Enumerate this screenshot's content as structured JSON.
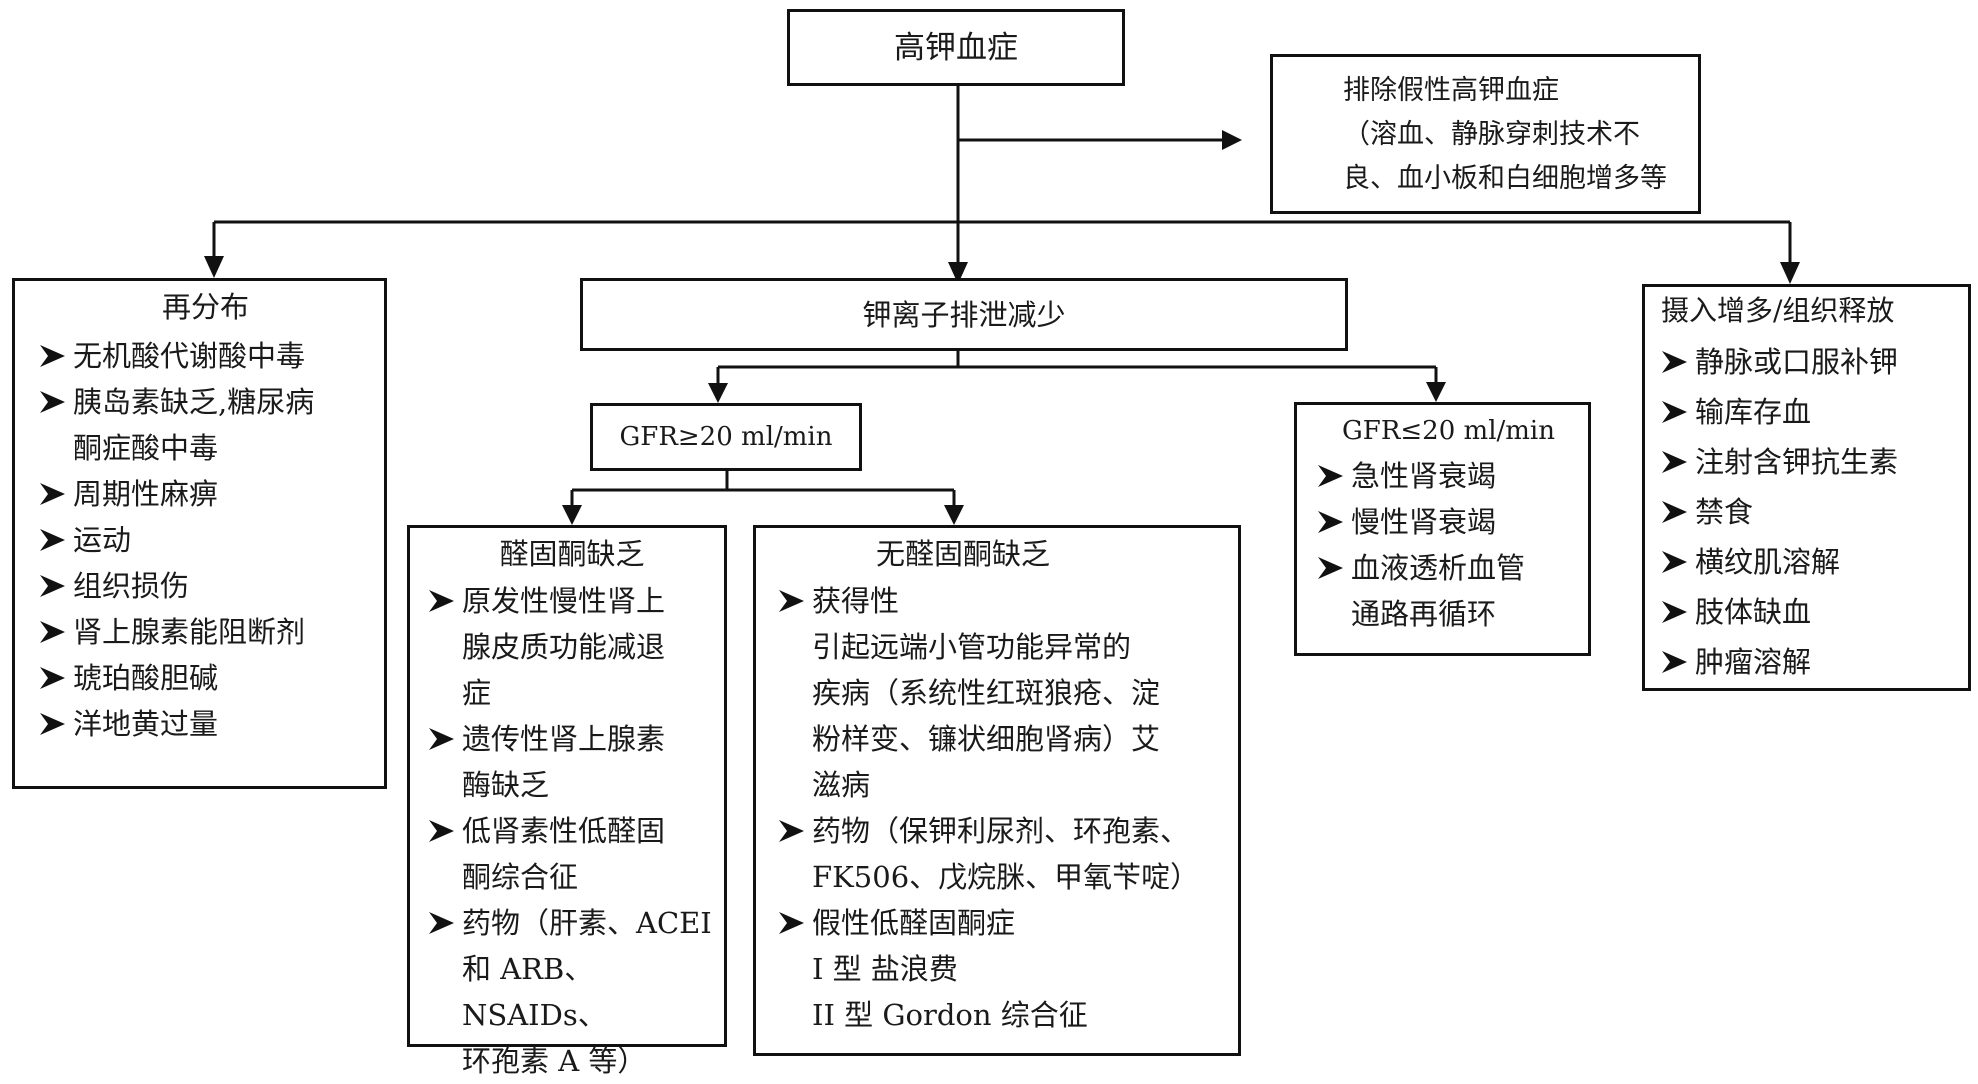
{
  "diagram": {
    "root": {
      "title": "高钾血症"
    },
    "exclude": {
      "lines": [
        "排除假性高钾血症",
        "（溶血、静脉穿刺技术不",
        "良、血小板和白细胞增多等"
      ]
    },
    "redistribution": {
      "title": "再分布",
      "items": [
        "无机酸代谢酸中毒",
        "胰岛素缺乏,糖尿病\n酮症酸中毒",
        "周期性麻痹",
        "运动",
        "组织损伤",
        "肾上腺素能阻断剂",
        "琥珀酸胆碱",
        "洋地黄过量"
      ]
    },
    "excretion": {
      "title": "钾离子排泄减少"
    },
    "intake": {
      "title": "摄入增多/组织释放",
      "items": [
        "静脉或口服补钾",
        "输库存血",
        "注射含钾抗生素",
        "禁食",
        "横纹肌溶解",
        "肢体缺血",
        "肿瘤溶解"
      ]
    },
    "gfr_high": {
      "title": "GFR≥20 ml/min"
    },
    "gfr_low": {
      "title": "GFR≤20 ml/min",
      "items": [
        "急性肾衰竭",
        "慢性肾衰竭",
        "血液透析血管\n通路再循环"
      ]
    },
    "aldosterone_deficiency": {
      "title": "醛固酮缺乏",
      "items": [
        "原发性慢性肾上\n腺皮质功能减退\n症",
        "遗传性肾上腺素\n酶缺乏",
        "低肾素性低醛固\n酮综合征",
        "药物（肝素、ACEI\n和 ARB、NSAIDs、\n环孢素 A 等）"
      ]
    },
    "no_aldosterone_deficiency": {
      "title": "无醛固酮缺乏",
      "items": [
        {
          "label": "获得性",
          "detail": "引起远端小管功能异常的\n疾病（系统性红斑狼疮、淀\n粉样变、镰状细胞肾病）艾\n滋病"
        },
        {
          "label": "药物（保钾利尿剂、环孢素、\nFK506、戊烷脒、甲氧苄啶）",
          "detail": ""
        },
        {
          "label": "假性低醛固酮症",
          "detail": "I 型  盐浪费\nII 型  Gordon 综合征"
        }
      ]
    },
    "icons": {
      "bullet": "arrowhead-bullet-icon",
      "connector_arrow": "arrow-down-icon"
    }
  }
}
